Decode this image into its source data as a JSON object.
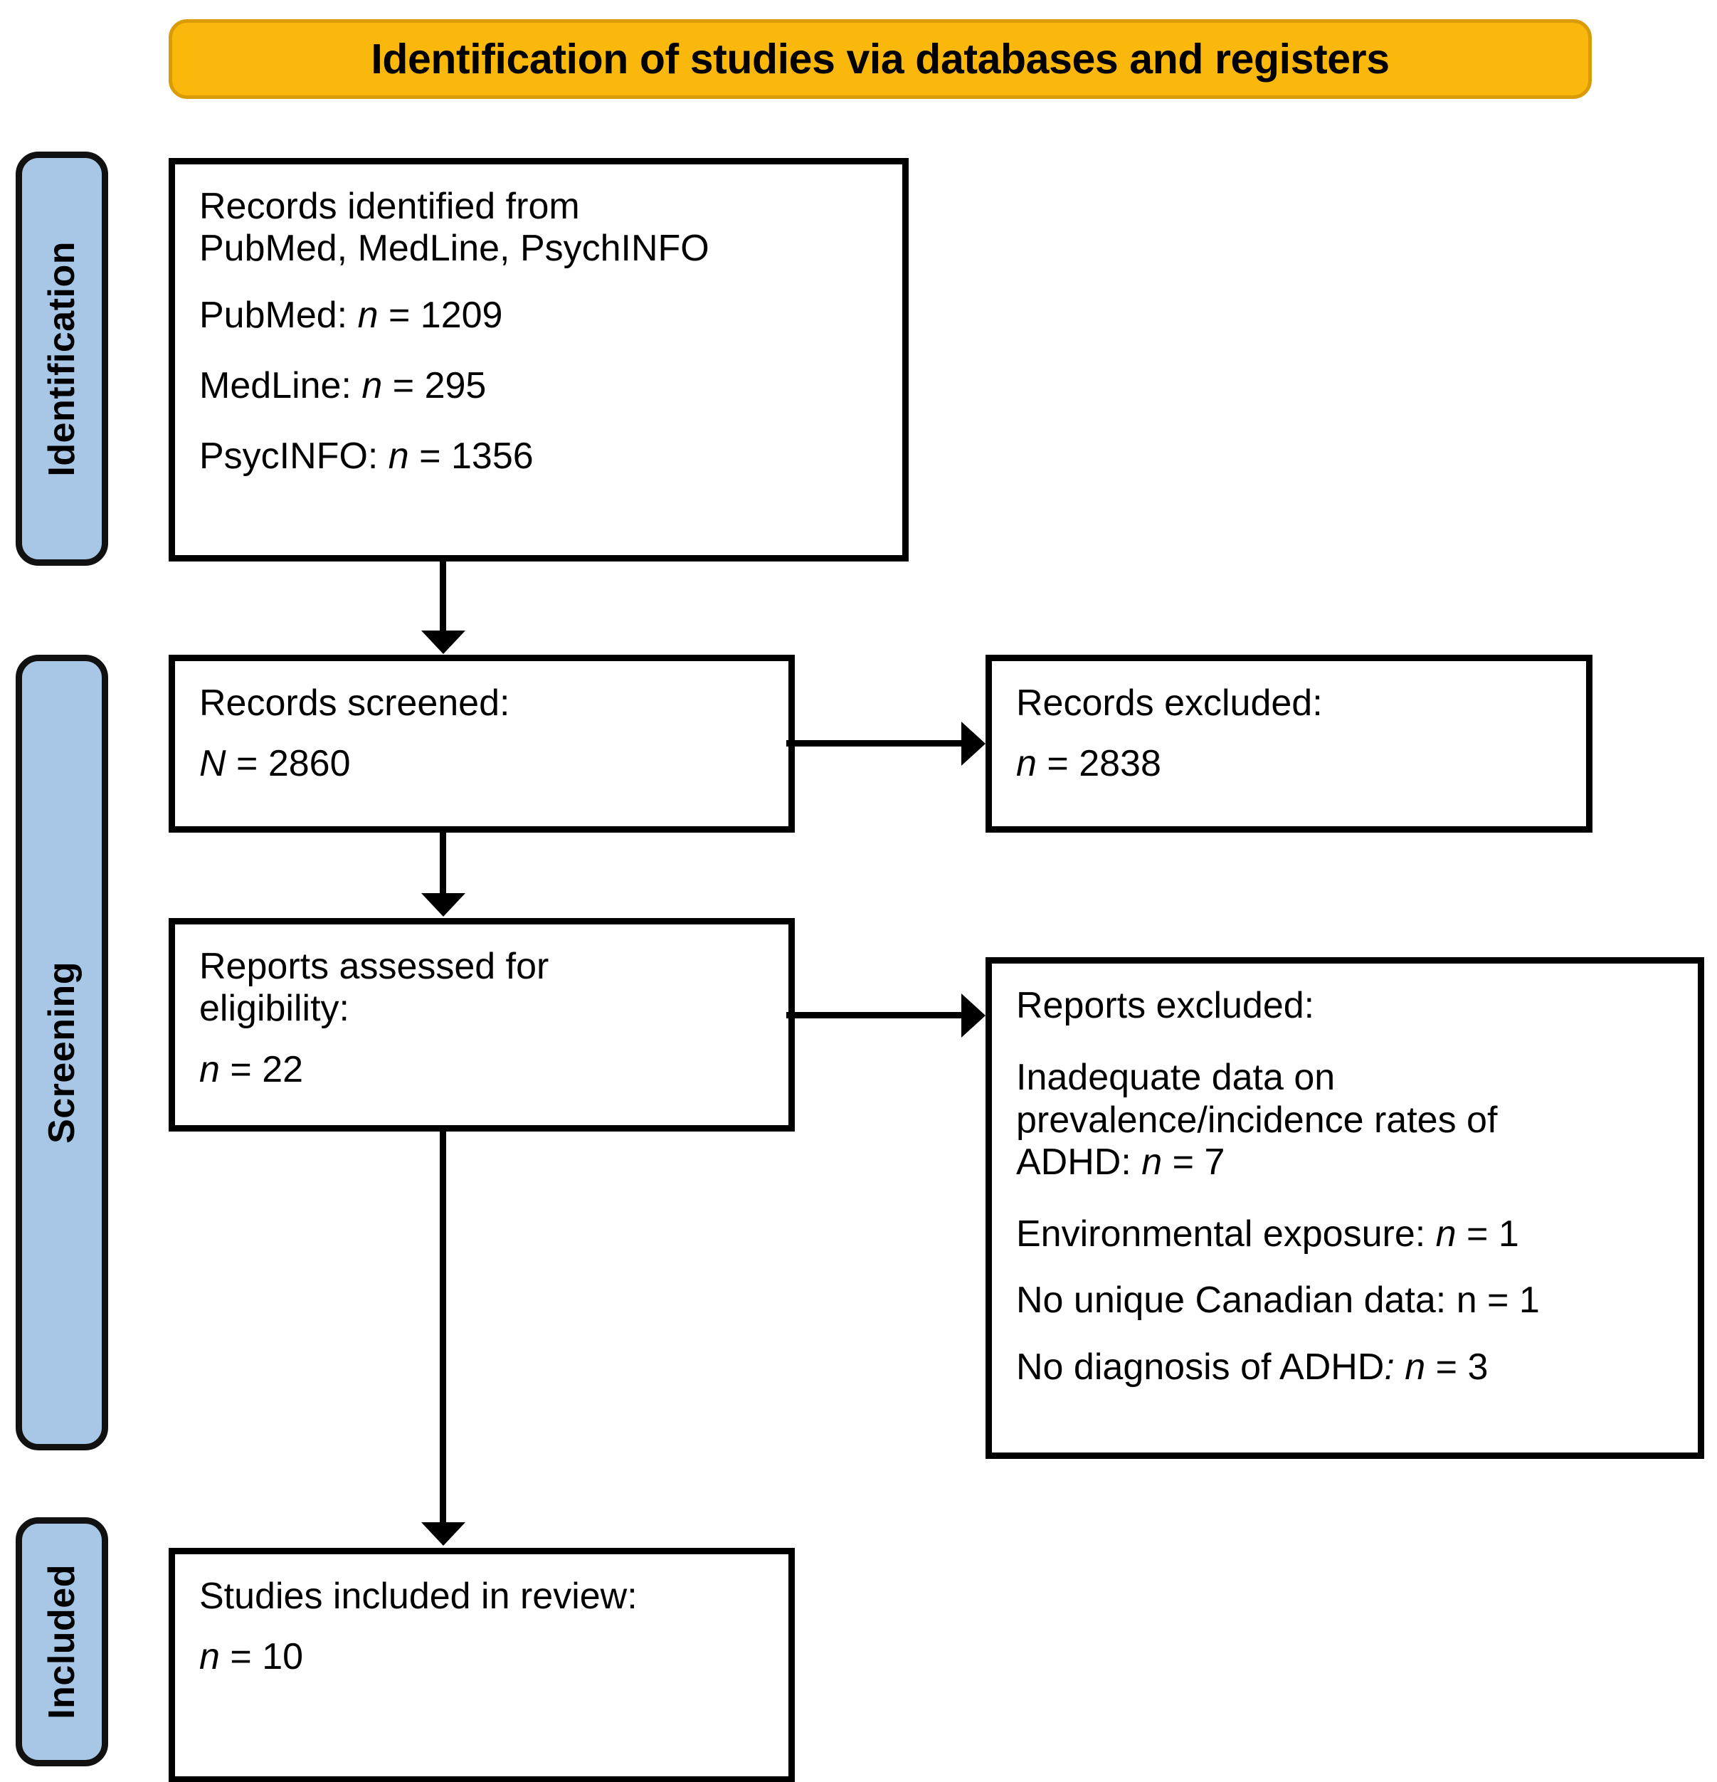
{
  "banner": {
    "title": "Identification of studies via databases and registers",
    "background_color": "#fab70c",
    "border_color": "#d99b06"
  },
  "stages": {
    "background_color": "#a8c6e5",
    "items": [
      {
        "id": "identification",
        "label": "Identification"
      },
      {
        "id": "screening",
        "label": "Screening"
      },
      {
        "id": "included",
        "label": "Included"
      }
    ]
  },
  "boxes": {
    "identified": {
      "heading_line1": "Records identified from",
      "heading_line2": "PubMed, MedLine, PsychINFO",
      "sources": [
        {
          "label": "PubMed:",
          "n_symbol": "n",
          "equals": "= 1209",
          "full": "PubMed: n = 1209"
        },
        {
          "label": "MedLine:",
          "n_symbol": "n",
          "equals": "= 295",
          "full": "MedLine: n = 295"
        },
        {
          "label": "PsycINFO:",
          "n_symbol": "n",
          "equals": "= 1356",
          "full": "PsycINFO: n = 1356"
        }
      ]
    },
    "screened": {
      "heading": "Records screened:",
      "count_symbol": "N",
      "count_value": "= 2860",
      "full": "Records screened: N = 2860"
    },
    "records_excluded": {
      "heading": "Records excluded:",
      "count_symbol": "n",
      "count_value": "= 2838",
      "full": "Records excluded: n = 2838"
    },
    "eligibility": {
      "heading_line1": "Reports assessed for",
      "heading_line2": "eligibility:",
      "count_symbol": "n",
      "count_value": "= 22",
      "full": "Reports assessed for eligibility: n = 22"
    },
    "reports_excluded": {
      "heading": "Reports excluded:",
      "reasons": [
        {
          "text_line1": "Inadequate data on",
          "text_line2": "prevalence/incidence rates of",
          "text_line3": "ADHD:",
          "n_symbol": "n",
          "n_value": "= 7",
          "full": "Inadequate data on prevalence/incidence rates of ADHD: n = 7"
        },
        {
          "text_line1": "Environmental exposure:",
          "n_symbol": "n",
          "n_value": "= 1",
          "full": "Environmental exposure: n = 1"
        },
        {
          "text_line1": "No unique Canadian data: n = 1",
          "n_symbol": "",
          "n_value": "",
          "full": "No unique Canadian data: n = 1"
        },
        {
          "text_line1": "No diagnosis of ADHD",
          "n_symbol": "n",
          "n_value": "= 3",
          "full": "No diagnosis of ADHD: n = 3"
        }
      ]
    },
    "included": {
      "heading": "Studies included in review:",
      "count_symbol": "n",
      "count_value": "= 10",
      "full": "Studies included in review: n = 10"
    }
  },
  "flow": {
    "arrows": [
      {
        "id": "identified-to-screened",
        "direction": "down"
      },
      {
        "id": "screened-to-eligibility",
        "direction": "down"
      },
      {
        "id": "eligibility-to-included",
        "direction": "down"
      },
      {
        "id": "screened-to-records-excluded",
        "direction": "right"
      },
      {
        "id": "eligibility-to-reports-excluded",
        "direction": "right"
      }
    ]
  }
}
